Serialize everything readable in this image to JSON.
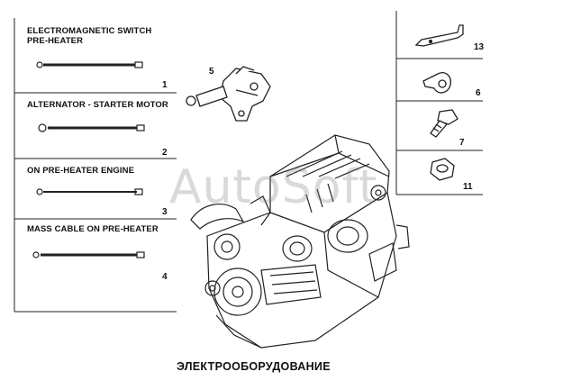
{
  "title": "ЭЛЕКТРООБОРУДОВАНИЕ",
  "watermark": "AutoSoft",
  "left_panel": [
    {
      "caption": "ELECTROMAGNETIC SWITCH\nPRE-HEATER",
      "number": "1"
    },
    {
      "caption": "ALTERNATOR - STARTER MOTOR",
      "number": "2"
    },
    {
      "caption": "ON PRE-HEATER ENGINE",
      "number": "3"
    },
    {
      "caption": "MASS CABLE ON PRE-HEATER",
      "number": "4"
    }
  ],
  "right_panel": [
    {
      "number": "13",
      "icon": "bracket-icon"
    },
    {
      "number": "6",
      "icon": "clamp-icon"
    },
    {
      "number": "7",
      "icon": "bolt-icon"
    },
    {
      "number": "11",
      "icon": "nut-icon"
    }
  ],
  "center_callout": {
    "number": "5"
  },
  "colors": {
    "line": "#222222",
    "watermark": "#787878"
  }
}
